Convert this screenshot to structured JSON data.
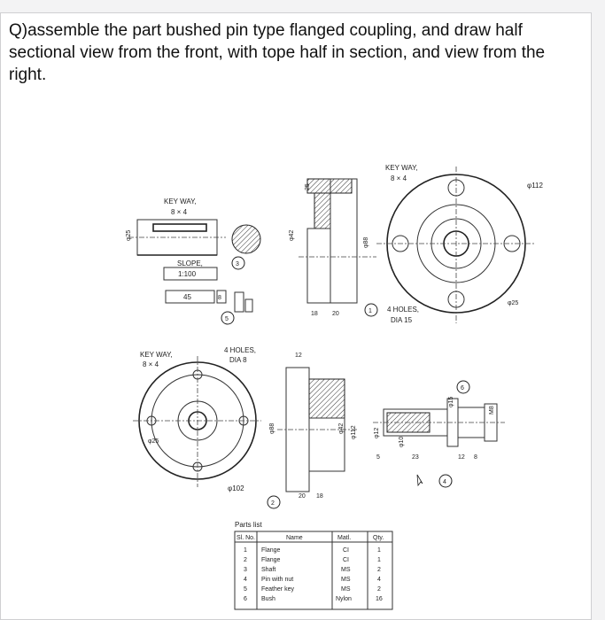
{
  "question": "Q)assemble the part bushed pin type flanged coupling, and draw half sectional view from the front, with tope half in section, and view from the right.",
  "labels": {
    "keyway_a": "KEY WAY,",
    "keyway_a_size": "8 × 4",
    "keyway_b": "KEY WAY,",
    "keyway_b_size": "8 × 4",
    "keyway_c": "KEY WAY,",
    "keyway_c_size": "8 × 4",
    "slope": "SLOPE,",
    "slope_val": "1:100",
    "d45": "45",
    "d8": "8",
    "d25a": "φ25",
    "d25b": "25",
    "d42": "φ42",
    "d88": "φ88",
    "d18": "18",
    "d20": "20",
    "holes15": "4 HOLES,",
    "holes15_dia": "DIA 15",
    "d112": "φ112",
    "d25c": "φ25",
    "holes8": "4 HOLES,",
    "holes8_dia": "DIA 8",
    "d12": "12",
    "d25d": "φ25",
    "d88b": "φ88",
    "d42b": "φ42",
    "d112b": "φ112",
    "d12b": "φ12",
    "d102": "φ102",
    "d20b": "20",
    "d18b": "18",
    "d10": "φ10",
    "d15": "φ15",
    "m8": "M8",
    "d23": "23",
    "d12c": "12",
    "d8c": "8",
    "d5": "5",
    "part1": "1",
    "part2": "2",
    "part3": "3",
    "part4": "4",
    "part5": "5",
    "part6": "6"
  },
  "parts_list": {
    "title": "Parts list",
    "headers": [
      "Sl. No.",
      "Name",
      "Matl.",
      "Qty."
    ],
    "rows": [
      [
        "1",
        "Flange",
        "CI",
        "1"
      ],
      [
        "2",
        "Flange",
        "CI",
        "1"
      ],
      [
        "3",
        "Shaft",
        "MS",
        "2"
      ],
      [
        "4",
        "Pin with nut",
        "MS",
        "4"
      ],
      [
        "5",
        "Feather key",
        "MS",
        "2"
      ],
      [
        "6",
        "Bush",
        "Nylon",
        "16"
      ]
    ]
  }
}
